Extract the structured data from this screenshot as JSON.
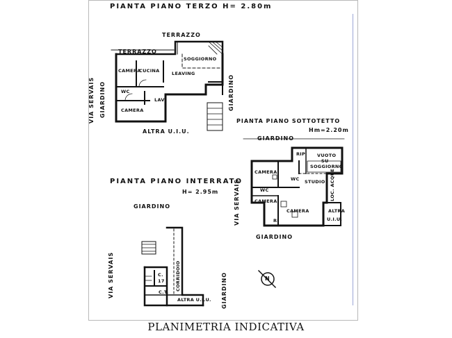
{
  "plans": {
    "terzo": {
      "title": "PIANTA PIANO TERZO H= 2.80m",
      "rooms": {
        "terrazzo_top": "TERRAZZO",
        "terrazzo_left": "TERRAZZO",
        "soggiorno": "SOGGIORNO",
        "camera1": "CAMERA",
        "cucina": "CUCINA",
        "leaving": "LEAVING",
        "wc": "WC",
        "lav": "LAV",
        "camera2": "CAMERA"
      },
      "altra": "ALTRA U.I.U.",
      "street": "VIA SERVAIS",
      "giardino_left": "GIARDINO",
      "giardino_right": "GIARDINO"
    },
    "sottotetto": {
      "title": "PIANTA PIANO SOTTOTETTO",
      "height": "Hm=2.20m",
      "giardino_top": "GIARDINO",
      "giardino_bottom": "GIARDINO",
      "street": "VIA SERVAIS",
      "rooms": {
        "rip": "RIP",
        "vuoto_line1": "VUOTO",
        "vuoto_line2": "SU",
        "vuoto_line3": "SOGGIORNO",
        "camera1": "CAMERA",
        "wc1": "WC",
        "studio": "STUDIO",
        "wc2": "WC",
        "camera2": "CAMERA",
        "camera3": "CAMERA",
        "ri": "RI",
        "loc_acque": "LOC. ACQUE",
        "altra_line1": "ALTRA",
        "altra_line2": "U.I.U."
      }
    },
    "interrato": {
      "title": "PIANTA PIANO INTERRATO",
      "height": "H= 2.95m",
      "giardino_top": "GIARDINO",
      "giardino_right": "GIARDINO",
      "street": "VIA SERVAIS",
      "rooms": {
        "corridoio": "CORRIDOIO",
        "cantina": "C.",
        "cantina_num": "17",
        "ct": "C.T.",
        "altra": "ALTRA U.I.U."
      }
    }
  },
  "north_symbol": "N",
  "caption": "PLANIMETRIA INDICATIVA"
}
